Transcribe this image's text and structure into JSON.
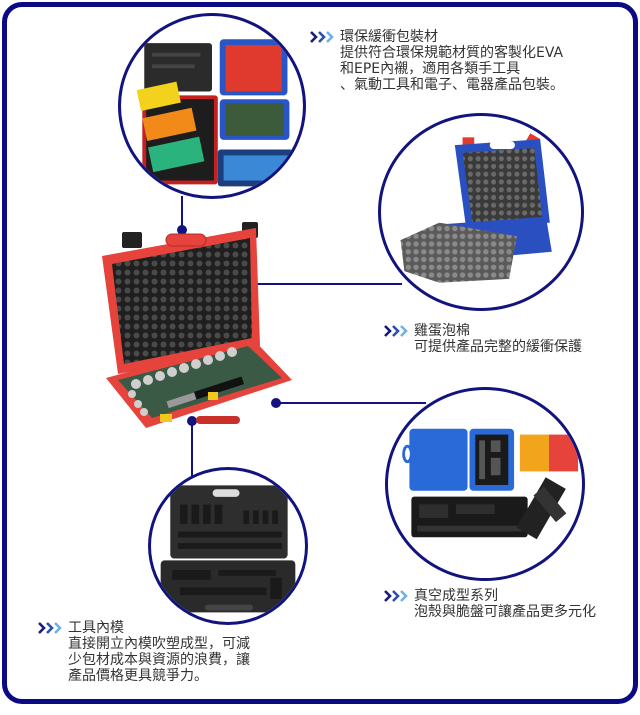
{
  "colors": {
    "frame": "#0a0a84",
    "connector": "#13137f",
    "text": "#333333",
    "chevron_dark": "#1a1a7a",
    "chevron_light": "#6fb0e8",
    "case_red": "#e5433b",
    "case_blue": "#2a55c4",
    "foam_gray": "#4a4a4a"
  },
  "sections": [
    {
      "id": "eco-packaging",
      "icon": "triple-chevron-icon",
      "title": "環保緩衝包裝材",
      "body": "提供符合環保規範材質的客製化EVA\n和EPE內襯，適用各類手工具\n、氣動工具和電子、電器產品包裝。",
      "image": "colorful-foam-inserts-and-cases"
    },
    {
      "id": "egg-crate-foam",
      "icon": "triple-chevron-icon",
      "title": "雞蛋泡棉",
      "body": "可提供產品完整的緩衝保護",
      "image": "blue-case-with-egg-crate-foam"
    },
    {
      "id": "vacuum-forming",
      "icon": "triple-chevron-icon",
      "title": "真空成型系列",
      "body": "泡殼與脆盤可讓產品更多元化",
      "image": "vacuum-formed-trays-and-cases"
    },
    {
      "id": "tool-inner-mold",
      "icon": "triple-chevron-icon",
      "title": "工具內模",
      "body": "直接開立內模吹塑成型，可減\n少包材成本與資源的浪費，讓\n產品價格更具競爭力。",
      "image": "black-blow-molded-tool-case"
    }
  ],
  "center_image": "red-socket-set-case-with-foam-lid"
}
